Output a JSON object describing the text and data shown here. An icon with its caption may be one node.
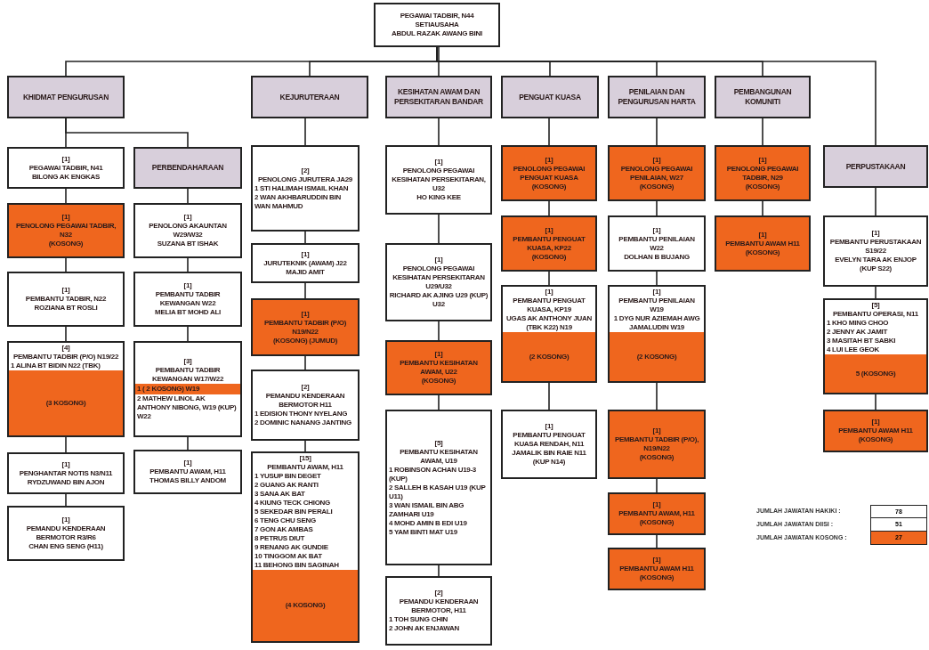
{
  "diagram": {
    "nodes": [
      {
        "text": [
          "PEGAWAI TADBIR, N44",
          "SETIAUSAHA",
          "ABDUL RAZAK AWANG BINI"
        ]
      },
      {
        "text": [
          "KHIDMAT PENGURUSAN"
        ]
      },
      {
        "text": [
          "[1]",
          "PEGAWAI TADBIR, N41",
          "BILONG AK ENGKAS"
        ]
      },
      {
        "text": [
          "PERBENDAHARAAN"
        ]
      },
      {
        "text": [
          "[1]",
          "PENOLONG PEGAWAI TADBIR, N32",
          "(KOSONG)"
        ]
      },
      {
        "text": [
          "[1]",
          "PEMBANTU TADBIR, N22",
          "ROZIANA BT ROSLI"
        ]
      },
      {
        "text": [
          "[4]",
          "PEMBANTU TADBIR (P/O) N19/22",
          "1 ALINA BT BIDIN N22 (TBK)",
          "(3 KOSONG)"
        ]
      },
      {
        "text": [
          "[1]",
          "PENGHANTAR NOTIS N3/N11",
          "RYDZUWAND BIN AJON"
        ]
      },
      {
        "text": [
          "[1]",
          "PEMANDU KENDERAAN BERMOTOR R3/R6",
          "CHAN ENG SENG (H11)"
        ]
      },
      {
        "text": [
          "[1]",
          "PENOLONG AKAUNTAN W29/W32",
          "SUZANA BT ISHAK"
        ]
      },
      {
        "text": [
          "[1]",
          "PEMBANTU TADBIR KEWANGAN W22",
          "MELIA BT MOHD ALI"
        ]
      },
      {
        "text": [
          "[3]",
          "PEMBANTU TADBIR KEWANGAN W17/W22",
          "1 ( 2 KOSONG) W19",
          "2 MATHEW LINOL AK ANTHONY NIBONG, W19 (KUP) W22"
        ]
      },
      {
        "text": [
          "[1]",
          "PEMBANTU AWAM, H11",
          "THOMAS BILLY ANDOM"
        ]
      },
      {
        "text": [
          "KEJURUTERAAN"
        ]
      },
      {
        "text": [
          "[2]",
          "PENOLONG JURUTERA JA29",
          "1 STI HALIMAH ISMAIL KHAN",
          "2 WAN AKHBARUDDIN BIN WAN MAHMUD"
        ]
      },
      {
        "text": [
          "[1]",
          "JURUTEKNIK (AWAM) J22",
          "MAJID AMIT"
        ]
      },
      {
        "text": [
          "[1]",
          "PEMBANTU TADBIR (P/O) N19/N22",
          "(KOSONG) (JUMUD)"
        ]
      },
      {
        "text": [
          "[2]",
          "PEMANDU KENDERAAN BERMOTOR H11",
          "1 EDISION THONY NYELANG",
          "2 DOMINIC NANANG JANTING"
        ]
      },
      {
        "text": [
          "[15]",
          "PEMBANTU AWAM, H11",
          "1 YUSUP BIN DEGET",
          "2 GUANG AK RANTI",
          "3 SANA AK BAT",
          "4 KIUNG TECK CHIONG",
          "5 SEKEDAR BIN PERALI",
          "6 TENG CHU SENG",
          "7 GON AK AMBAS",
          "8 PETRUS DIUT",
          "9 RENANG AK GUNDIE",
          "10 TINGGOM AK BAT",
          "11 BEHONG BIN SAGINAH",
          "(4 KOSONG)"
        ]
      },
      {
        "text": [
          "KESIHATAN AWAM DAN PERSEKITARAN BANDAR"
        ]
      },
      {
        "text": [
          "[1]",
          "PENOLONG PEGAWAI KESIHATAN PERSEKITARAN, U32",
          "HO KING KEE"
        ]
      },
      {
        "text": [
          "[1]",
          "PENOLONG PEGAWAI KESIHATAN PERSEKITARAN U29/U32",
          "RICHARD AK AJING U29 (KUP) U32"
        ]
      },
      {
        "text": [
          "[1]",
          "PEMBANTU KESIHATAN AWAM, U22",
          "(KOSONG)"
        ]
      },
      {
        "text": [
          "[5]",
          "PEMBANTU KESIHATAN AWAM, U19",
          "1 ROBINSON ACHAN U19-3 (KUP)",
          "2 SALLEH B KASAH U19 (KUP U11)",
          "3 WAN ISMAIL BIN ABG ZAMHARI U19",
          "4 MOHD AMIN B EDI U19",
          "5 YAM BINTI MAT U19"
        ]
      },
      {
        "text": [
          "[2]",
          "PEMANDU KENDERAAN BERMOTOR, H11",
          "1 TOH SUNG CHIN",
          "2 JOHN AK ENJAWAN"
        ]
      },
      {
        "text": [
          "PENGUAT KUASA"
        ]
      },
      {
        "text": [
          "[1]",
          "PENOLONG PEGAWAI PENGUAT KUASA",
          "(KOSONG)"
        ]
      },
      {
        "text": [
          "[1]",
          "PEMBANTU PENGUAT KUASA, KP22",
          "(KOSONG)"
        ]
      },
      {
        "text": [
          "[1]",
          "PEMBANTU PENGUAT KUASA, KP19",
          "UGAS AK ANTHONY JUAN (TBK K22) N19",
          "(2 KOSONG)"
        ]
      },
      {
        "text": [
          "[1]",
          "PEMBANTU PENGUAT KUASA RENDAH, N11",
          "JAMALIK BIN RAIE N11 (KUP N14)"
        ]
      },
      {
        "text": [
          "PENILAIAN DAN PENGURUSAN HARTA"
        ]
      },
      {
        "text": [
          "[1]",
          "PENOLONG PEGAWAI PENILAIAN, W27",
          "(KOSONG)"
        ]
      },
      {
        "text": [
          "[1]",
          "PEMBANTU PENILAIAN W22",
          "DOLHAN B BUJANG"
        ]
      },
      {
        "text": [
          "[1]",
          "PEMBANTU PENILAIAN W19",
          "1 DYG NUR AZIEMAH AWG JAMALUDIN W19",
          "(2 KOSONG)"
        ]
      },
      {
        "text": [
          "[1]",
          "PEMBANTU TADBIR (P/O), N19/N22",
          "(KOSONG)"
        ]
      },
      {
        "text": [
          "[1]",
          "PEMBANTU AWAM, H11",
          "(KOSONG)"
        ]
      },
      {
        "text": [
          "[1]",
          "PEMBANTU AWAM H11",
          "(KOSONG)"
        ]
      },
      {
        "text": [
          "PEMBANGUNAN KOMUNITI"
        ]
      },
      {
        "text": [
          "[1]",
          "PENOLONG PEGAWAI TADBIR, N29",
          "(KOSONG)"
        ]
      },
      {
        "text": [
          "[1]",
          "PEMBANTU AWAM H11",
          "(KOSONG)"
        ]
      },
      {
        "text": [
          "PERPUSTAKAAN"
        ]
      },
      {
        "text": [
          "[1]",
          "PEMBANTU PERUSTAKAAN S19/22",
          "EVELYN TARA AK ENJOP (KUP S22)"
        ]
      },
      {
        "text": [
          "[5]",
          "PEMBANTU OPERASI, N11",
          "1 KHO MING CHOO",
          "2 JENNY AK JAMIT",
          "3 MASITAH BT SABKI",
          "4 LUI LEE GEOK",
          "5 (KOSONG)"
        ]
      },
      {
        "text": [
          "[1]",
          "PEMBANTU AWAM H11",
          "(KOSONG)"
        ]
      }
    ],
    "edges": [
      {
        "from": 0,
        "to": 1,
        "arrow": "none"
      },
      {
        "from": 0,
        "to": 13,
        "arrow": "none"
      },
      {
        "from": 0,
        "to": 19,
        "arrow": "none"
      },
      {
        "from": 0,
        "to": 25,
        "arrow": "none"
      },
      {
        "from": 0,
        "to": 30,
        "arrow": "none"
      },
      {
        "from": 0,
        "to": 37,
        "arrow": "none"
      },
      {
        "from": 0,
        "to": 40,
        "arrow": "none"
      },
      {
        "from": 1,
        "to": 2,
        "arrow": "none"
      },
      {
        "from": 1,
        "to": 3,
        "arrow": "none"
      },
      {
        "from": 2,
        "to": 4,
        "arrow": "none"
      },
      {
        "from": 4,
        "to": 5,
        "arrow": "none"
      },
      {
        "from": 5,
        "to": 6,
        "arrow": "none"
      },
      {
        "from": 6,
        "to": 7,
        "arrow": "none"
      },
      {
        "from": 7,
        "to": 8,
        "arrow": "none"
      },
      {
        "from": 3,
        "to": 9,
        "arrow": "none"
      },
      {
        "from": 9,
        "to": 10,
        "arrow": "none"
      },
      {
        "from": 10,
        "to": 11,
        "arrow": "none"
      },
      {
        "from": 11,
        "to": 12,
        "arrow": "none"
      },
      {
        "from": 13,
        "to": 14,
        "arrow": "none"
      },
      {
        "from": 14,
        "to": 15,
        "arrow": "none"
      },
      {
        "from": 15,
        "to": 16,
        "arrow": "none"
      },
      {
        "from": 16,
        "to": 17,
        "arrow": "none"
      },
      {
        "from": 17,
        "to": 18,
        "arrow": "none"
      },
      {
        "from": 19,
        "to": 20,
        "arrow": "none"
      },
      {
        "from": 20,
        "to": 21,
        "arrow": "none"
      },
      {
        "from": 21,
        "to": 22,
        "arrow": "none"
      },
      {
        "from": 22,
        "to": 23,
        "arrow": "none"
      },
      {
        "from": 23,
        "to": 24,
        "arrow": "none"
      },
      {
        "from": 25,
        "to": 26,
        "arrow": "none"
      },
      {
        "from": 26,
        "to": 27,
        "arrow": "none"
      },
      {
        "from": 27,
        "to": 28,
        "arrow": "none"
      },
      {
        "from": 28,
        "to": 29,
        "arrow": "none"
      },
      {
        "from": 30,
        "to": 31,
        "arrow": "none"
      },
      {
        "from": 31,
        "to": 32,
        "arrow": "none"
      },
      {
        "from": 32,
        "to": 33,
        "arrow": "none"
      },
      {
        "from": 33,
        "to": 34,
        "arrow": "none"
      },
      {
        "from": 34,
        "to": 35,
        "arrow": "none"
      },
      {
        "from": 35,
        "to": 36,
        "arrow": "none"
      },
      {
        "from": 37,
        "to": 38,
        "arrow": "none"
      },
      {
        "from": 38,
        "to": 39,
        "arrow": "none"
      },
      {
        "from": 40,
        "to": 41,
        "arrow": "none"
      },
      {
        "from": 41,
        "to": 42,
        "arrow": "none"
      },
      {
        "from": 42,
        "to": 43,
        "arrow": "none"
      }
    ],
    "labels": [
      "JUMLAH JAWATAN HAKIKI :",
      "78",
      "JUMLAH JAWATAN DIISI :",
      "51",
      "JUMLAH JAWATAN KOSONG :",
      "27"
    ]
  }
}
